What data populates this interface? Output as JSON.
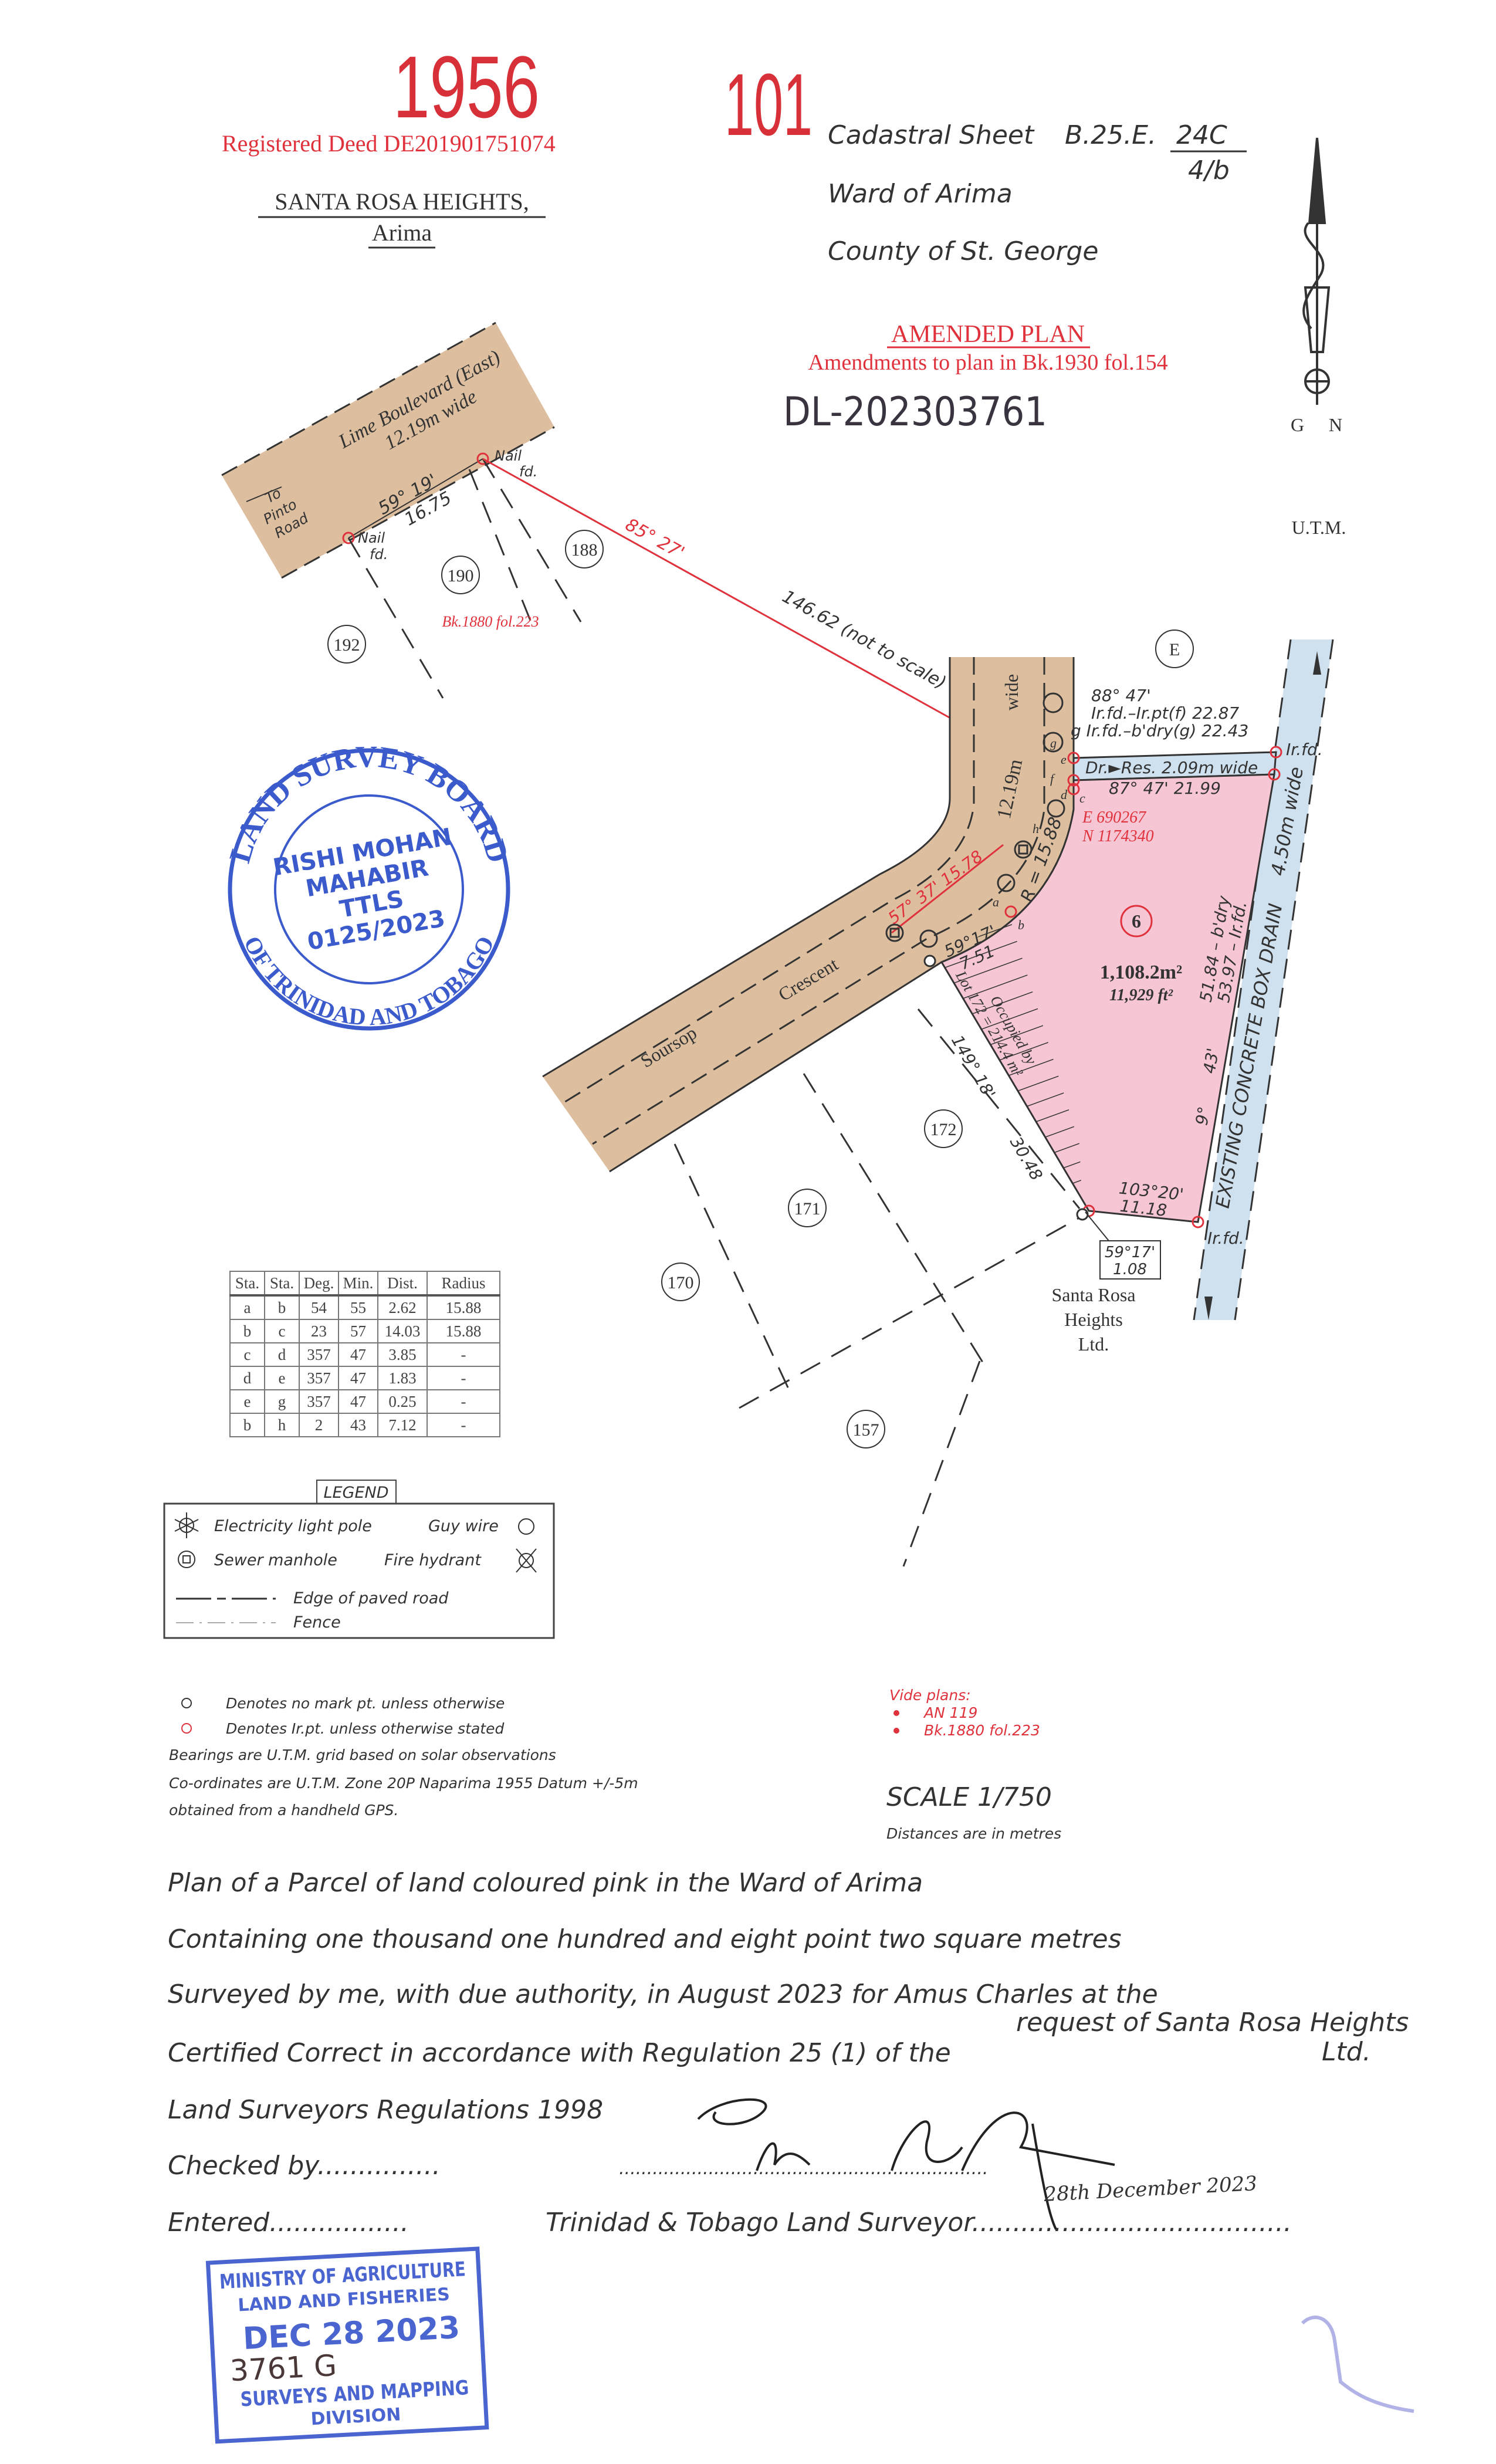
{
  "header": {
    "handwritten_number_1": "1956",
    "handwritten_number_2": "101",
    "registered_deed": "Registered Deed DE201901751074",
    "location_title": "SANTA ROSA HEIGHTS,",
    "location_subtitle": "Arima",
    "cadastral_sheet_label": "Cadastral Sheet",
    "cadastral_sheet_code": "B.25.E.",
    "cadastral_sheet_numerator": "24C",
    "cadastral_sheet_denominator": "4/b",
    "ward": "Ward  of Arima",
    "county": "County of St. George",
    "amended_plan": "AMENDED PLAN",
    "amendments": "Amendments to plan in Bk.1930 fol.154",
    "handwritten_reference": "DL-202303761"
  },
  "north_arrow": {
    "grid_label": "G",
    "north_label": "N",
    "utm_label": "U.T.M."
  },
  "colors": {
    "parcel": "#f6c6d4",
    "road": "#ddbf9f",
    "drain": "#cfe0ee",
    "annotation_red": "#e0323c",
    "stamp_blue": "#3b5bcc"
  },
  "map": {
    "lime_boulevard": "Lime Boulevard (East)",
    "lime_width": "12.19m wide",
    "to_pinto_1": "To",
    "to_pinto_2": "Pinto",
    "to_pinto_3": "Road",
    "lime_bearing": "59°  19'",
    "lime_distance": "16.75",
    "nail_fd_1a": "Nail",
    "nail_fd_1b": "fd.",
    "nail_fd_2a": "Nail",
    "nail_fd_2b": "fd.",
    "lots": {
      "l190": "190",
      "l188": "188",
      "l192": "192",
      "lE": "E",
      "l6": "6",
      "l172": "172",
      "l171": "171",
      "l170": "170",
      "l157": "157"
    },
    "bk_ref": "Bk.1880 fol.223",
    "tie_bearing": "85°     27'",
    "tie_distance": "146.62 (not to scale)",
    "road_wide": "wide",
    "road_width": "12.19m",
    "radius": "R = 15.88",
    "soursop": "Soursop",
    "crescent": "Crescent",
    "red_bearing": "57°  37'  15.78",
    "b1": "88°     47'",
    "b2": "Ir.fd.–Ir.pt(f)  22.87",
    "b3": "g Ir.fd.–b'dry(g)  22.43",
    "drain_reserve": "Dr.►Res.  2.09m  wide",
    "b4": "87°  47'     21.99",
    "ir_fd_top": "Ir.fd.",
    "ir_fd_bottom": "Ir.fd.",
    "easting": "E 690267",
    "northing": "N 1174340",
    "area_m2": "1,108.2m²",
    "area_ft2": "11,929 ft²",
    "side_bearing_a": "59°17'",
    "side_distance_a": "7.51",
    "occupied_1": "Occupied by",
    "occupied_2": "Lot 172 = 214.4 m²",
    "sw_bearing": "149°   18'",
    "sw_distance": "30.48",
    "east_1": "51.84 – b'dry",
    "east_2": "53.97 – Ir.fd.",
    "east_bearing_deg": "9°",
    "east_bearing_min": "43'",
    "drain_label": "EXISTING  CONCRETE  BOX  DRAIN",
    "drain_width": "4.50m  wide",
    "south_bearing": "103°20'",
    "south_distance": "11.18",
    "box_bearing": "59°17'",
    "box_distance": "1.08",
    "owner_1": "Santa Rosa",
    "owner_2": "Heights",
    "owner_3": "Ltd.",
    "stations": {
      "a": "a",
      "b": "b",
      "c": "c",
      "d": "d",
      "e": "e",
      "f": "f",
      "g": "g",
      "h": "h"
    }
  },
  "surveyor_stamp": {
    "top_arc": "LAND SURVEY BOARD",
    "bottom_arc": "OF TRINIDAD AND TOBAGO",
    "name_1": "RISHI MOHAN",
    "name_2": "MAHABIR",
    "title": "TTLS",
    "number": "0125/2023"
  },
  "station_table": {
    "headers": [
      "Sta.",
      "Sta.",
      "Deg.",
      "Min.",
      "Dist.",
      "Radius"
    ],
    "rows": [
      [
        "a",
        "b",
        "54",
        "55",
        "2.62",
        "15.88"
      ],
      [
        "b",
        "c",
        "23",
        "57",
        "14.03",
        "15.88"
      ],
      [
        "c",
        "d",
        "357",
        "47",
        "3.85",
        "-"
      ],
      [
        "d",
        "e",
        "357",
        "47",
        "1.83",
        "-"
      ],
      [
        "e",
        "g",
        "357",
        "47",
        "0.25",
        "-"
      ],
      [
        "b",
        "h",
        "2",
        "43",
        "7.12",
        "-"
      ]
    ]
  },
  "legend": {
    "title": "LEGEND",
    "light_pole": "Electricity light pole",
    "guy_wire": "Guy wire",
    "sewer_manhole": "Sewer manhole",
    "fire_hydrant": "Fire hydrant",
    "paved_road": "Edge of paved road",
    "fence": "Fence"
  },
  "notes": {
    "no_mark": "Denotes no mark pt. unless otherwise",
    "ir_pt": "Denotes Ir.pt. unless otherwise stated",
    "bearings": "Bearings are U.T.M. grid based on solar observations",
    "coords": "Co-ordinates are U.T.M. Zone 20P Naparima 1955 Datum +/-5m",
    "gps": "obtained from a handheld GPS.",
    "vide_title": "Vide plans:",
    "vide_1": "AN 119",
    "vide_2": "Bk.1880 fol.223",
    "scale": "SCALE  1/750",
    "distances": "Distances are in metres"
  },
  "certificate": {
    "line1": "Plan of a Parcel  of land coloured pink in the Ward of Arima",
    "line2": "Containing one thousand one hundred and eight point two square metres",
    "line3": "Surveyed by me, with due authority, in August 2023 for Amus Charles at the",
    "line3b": "request of Santa Rosa Heights",
    "line3c": "Ltd.",
    "line4": "Certified Correct in accordance with Regulation 25 (1) of the",
    "line5": "Land Surveyors Regulations 1998",
    "checked": "Checked by...............",
    "checked_dots": "..................................................................",
    "entered": "Entered.................",
    "surveyor": "Trinidad & Tobago Land Surveyor.......................................",
    "signed_date": "28th December 2023"
  },
  "ministry_stamp": {
    "line1": "MINISTRY OF AGRICULTURE",
    "line2": "LAND AND FISHERIES",
    "date": "DEC 28 2023",
    "handwritten": "3761 G",
    "line3": "SURVEYS AND MAPPING",
    "line4": "DIVISION"
  }
}
